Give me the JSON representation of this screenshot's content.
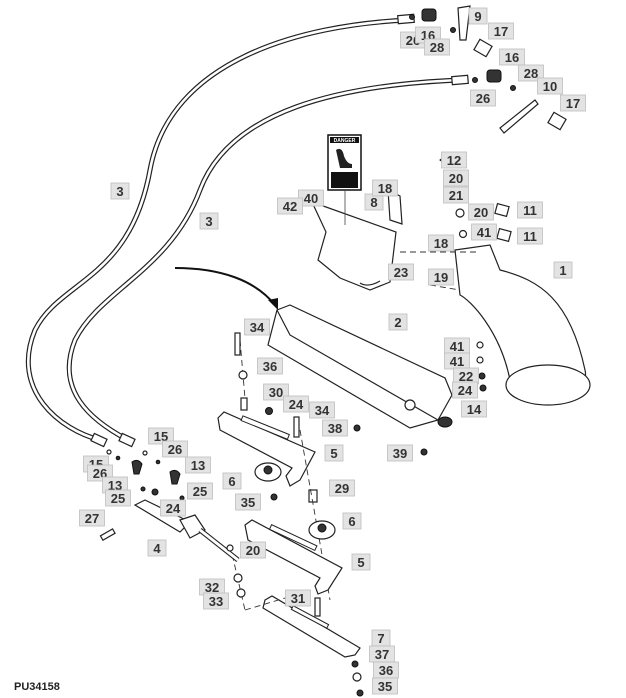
{
  "figure_id": "PU34158",
  "decal": {
    "heading": "DANGER",
    "icon": "warning-triangle-icon"
  },
  "callouts": [
    "9",
    "26",
    "16",
    "28",
    "17",
    "16",
    "28",
    "10",
    "17",
    "26",
    "12",
    "20",
    "21",
    "20",
    "11",
    "41",
    "11",
    "40",
    "42",
    "8",
    "18",
    "18",
    "23",
    "19",
    "1",
    "3",
    "3",
    "2",
    "34",
    "36",
    "41",
    "41",
    "22",
    "24",
    "30",
    "24",
    "34",
    "14",
    "38",
    "39",
    "15",
    "26",
    "15",
    "26",
    "13",
    "13",
    "25",
    "25",
    "24",
    "5",
    "6",
    "35",
    "29",
    "27",
    "6",
    "4",
    "20",
    "5",
    "32",
    "33",
    "31",
    "7",
    "37",
    "36",
    "35"
  ]
}
